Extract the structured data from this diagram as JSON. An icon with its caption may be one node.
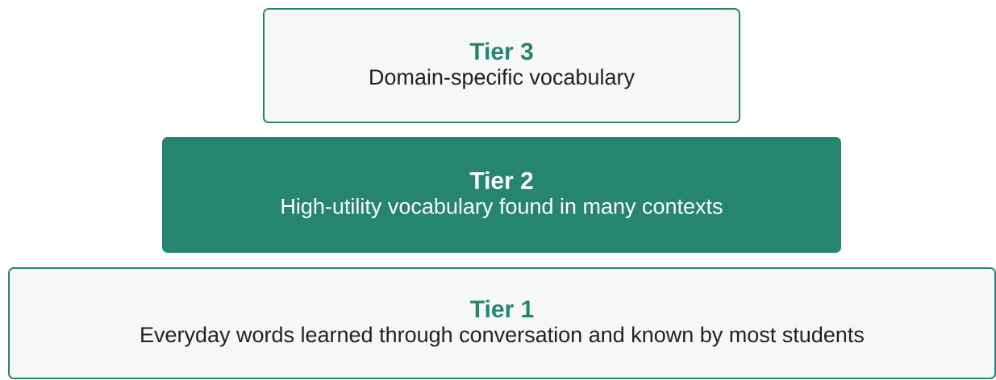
{
  "diagram": {
    "nodes": [
      {
        "text": [
          "Tier 3",
          "Domain-specific vocabulary"
        ]
      },
      {
        "text": [
          "Tier 2",
          "High-utility vocabulary found in many contexts"
        ]
      },
      {
        "text": [
          "Tier 1",
          "Everyday words learned through conversation and known by most students"
        ]
      }
    ]
  }
}
